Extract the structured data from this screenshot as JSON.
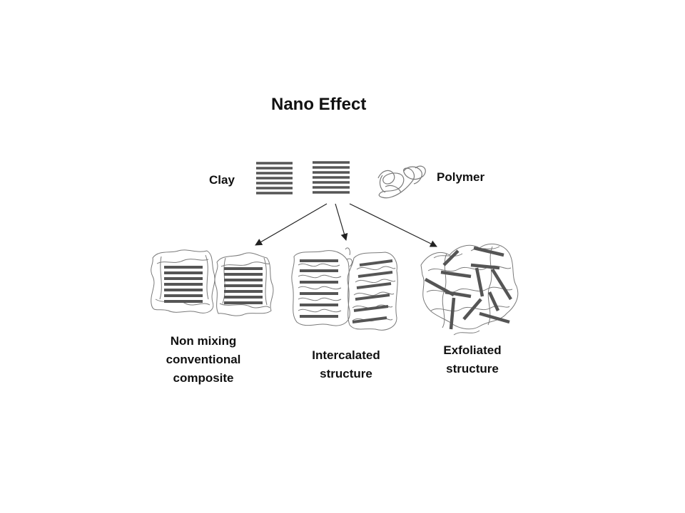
{
  "title": "Nano Effect",
  "components": {
    "clay_label": "Clay",
    "polymer_label": "Polymer"
  },
  "structures": [
    {
      "key": "non-mixing",
      "lines": [
        "Non mixing",
        "conventional",
        "composite"
      ]
    },
    {
      "key": "intercalated",
      "lines": [
        "Intercalated",
        "structure"
      ]
    },
    {
      "key": "exfoliated",
      "lines": [
        "Exfoliated",
        "structure"
      ]
    }
  ],
  "colors": {
    "clay_layer": "#555555",
    "polymer_strand": "#7a7a7a",
    "arrow": "#222222",
    "text": "#111111"
  },
  "icons": [
    "clay-stack-icon",
    "polymer-coil-icon",
    "arrow-icon"
  ]
}
